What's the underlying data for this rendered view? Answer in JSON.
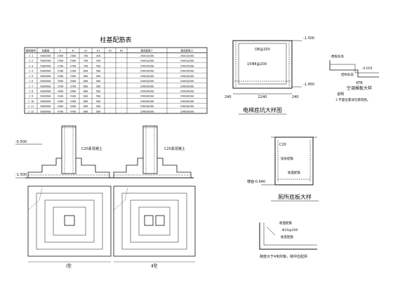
{
  "schedule": {
    "title": "柱基配筋表",
    "headers": [
      "基础编号",
      "柱截面",
      "A",
      "B",
      "a1",
      "b1",
      "H1",
      "H2",
      "基底配筋①",
      "基底配筋②"
    ],
    "rows": [
      [
        "J-1",
        "500X500",
        "2300",
        "2300",
        "700",
        "450",
        "-",
        "-",
        "25Φ14@200",
        "25Φ14@200"
      ],
      [
        "J-2",
        "500X500",
        "2500",
        "2500",
        "700",
        "450",
        "-",
        "-",
        "25Φ14@200",
        "25Φ14@200"
      ],
      [
        "J-3",
        "500X500",
        "2700",
        "2700",
        "700",
        "450",
        "-",
        "-",
        "25Φ14@200",
        "25Φ14@200"
      ],
      [
        "J-4",
        "600X600",
        "3100",
        "3100",
        "800",
        "500",
        "-",
        "-",
        "25Φ16@200",
        "25Φ16@200"
      ],
      [
        "J-5",
        "600X600",
        "3300",
        "3300",
        "800",
        "500",
        "-",
        "-",
        "25Φ16@200",
        "25Φ16@200"
      ],
      [
        "J-6",
        "600X600",
        "3500",
        "3500",
        "800",
        "500",
        "-",
        "-",
        "25Φ16@200",
        "25Φ16@200"
      ],
      [
        "J-7",
        "600X600",
        "3700",
        "3700",
        "800",
        "500",
        "-",
        "-",
        "25Φ16@200",
        "25Φ16@200"
      ],
      [
        "J-8",
        "600X600",
        "3900",
        "3900",
        "800",
        "500",
        "-",
        "-",
        "25Φ18@200",
        "25Φ18@200"
      ],
      [
        "J-9",
        "600X600",
        "4100",
        "4100",
        "800",
        "500",
        "-",
        "-",
        "25Φ18@200",
        "25Φ18@200"
      ],
      [
        "J-10",
        "600X600",
        "4300",
        "4300",
        "800",
        "500",
        "-",
        "-",
        "25Φ18@200",
        "25Φ18@200"
      ],
      [
        "J-11",
        "600X600",
        "4500",
        "4500",
        "800",
        "500",
        "-",
        "-",
        "25Φ18@200",
        "25Φ18@200"
      ],
      [
        "J-12",
        "600X600",
        "4700",
        "4700",
        "800",
        "500",
        "-",
        "-",
        "25Φ20@200",
        "25Φ20@200"
      ]
    ]
  },
  "footing_left": {
    "elev_top": "-0.500",
    "elev_bot": "-1.500",
    "label": "C20素混凝土",
    "section_mark": "Ⅰ型"
  },
  "footing_right": {
    "elev_top": "-0.500",
    "elev_bot": "-1.500",
    "label": "C20素混凝土",
    "section_mark": "Ⅱ型"
  },
  "elevator_pit": {
    "caption": "电梯底坑大样图",
    "top_level": "-1.500",
    "mid_level": "-1.950",
    "inner_label": "D8@200",
    "dim_bottom": "2240",
    "dim_left": "240",
    "dim_right": "240",
    "note": "15Φ8@200"
  },
  "ac_slab": {
    "caption": "空调搁板大样",
    "code": "KTB",
    "label_top": "楼板标高",
    "label_bot": "结构标高",
    "level": "-0.050",
    "note_title": "说明",
    "note": "1.平面位置详见建筑图。"
  },
  "toilet_slab": {
    "caption": "厕所底板大样",
    "label_c20": "C20",
    "label_wall": "墙身配筋",
    "label_slab": "板面配筋",
    "level": "楼面-0.640"
  },
  "corner_detail": {
    "label1": "板面配筋",
    "label2": "Φ10@200",
    "label3": "板底配筋",
    "note": "跨度大于4米的板，跨中应起拱"
  }
}
